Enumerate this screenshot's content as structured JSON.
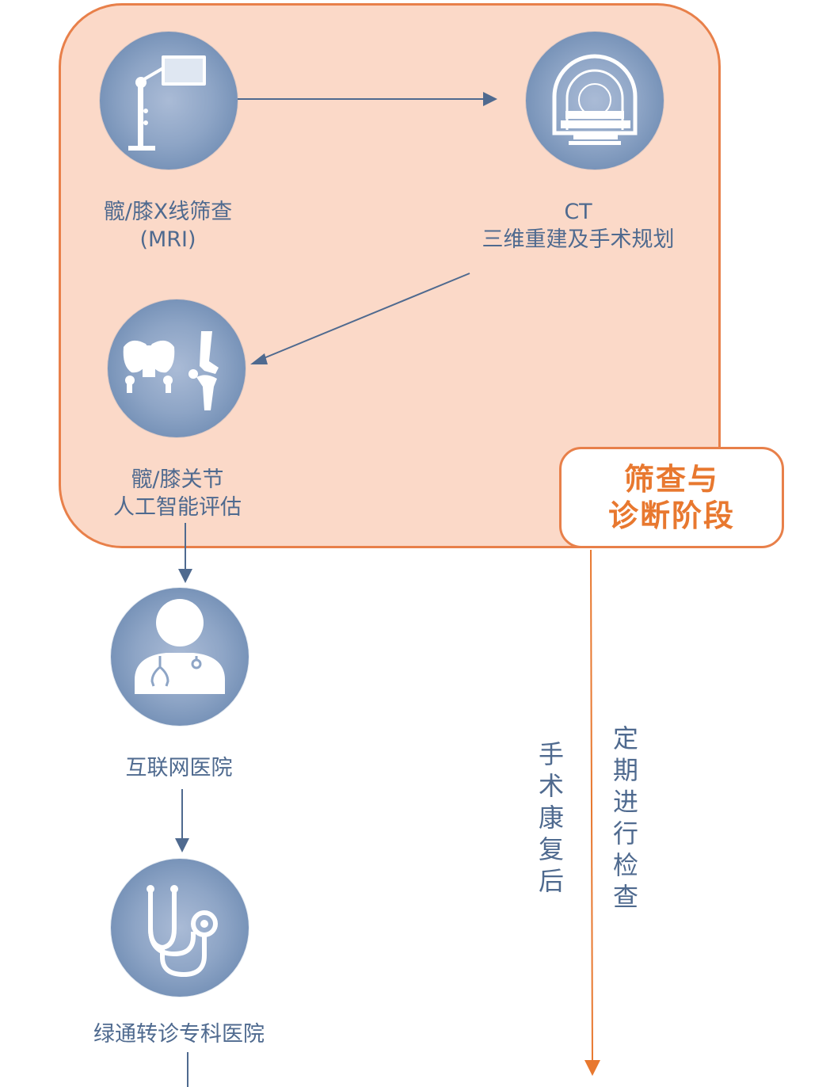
{
  "stage": {
    "badge_line1": "筛查与",
    "badge_line2": "诊断阶段"
  },
  "nodes": {
    "xray": {
      "icon": "xray-machine-icon",
      "line1": "髋/膝X线筛查",
      "line2": "(MRI)"
    },
    "ct": {
      "icon": "ct-scanner-icon",
      "line1": "CT",
      "line2": "三维重建及手术规划"
    },
    "ai": {
      "icon": "hip-knee-joint-icon",
      "line1": "髋/膝关节",
      "line2": "人工智能评估"
    },
    "internet_hospital": {
      "icon": "doctor-icon",
      "line1": "互联网医院"
    },
    "referral": {
      "icon": "stethoscope-icon",
      "line1": "绿通转诊专科医院"
    }
  },
  "side": {
    "rehab": "手术康复后",
    "checkup": "定期进行检查"
  },
  "colors": {
    "stage_fill": "#fbd9c8",
    "stage_border": "#e8804a",
    "badge_text": "#e8782f",
    "node_blue": "#8ea5c6",
    "label_text": "#4f6a8f",
    "flow_arrow": "#4f6a8f",
    "timeline_arrow": "#e8782f"
  }
}
